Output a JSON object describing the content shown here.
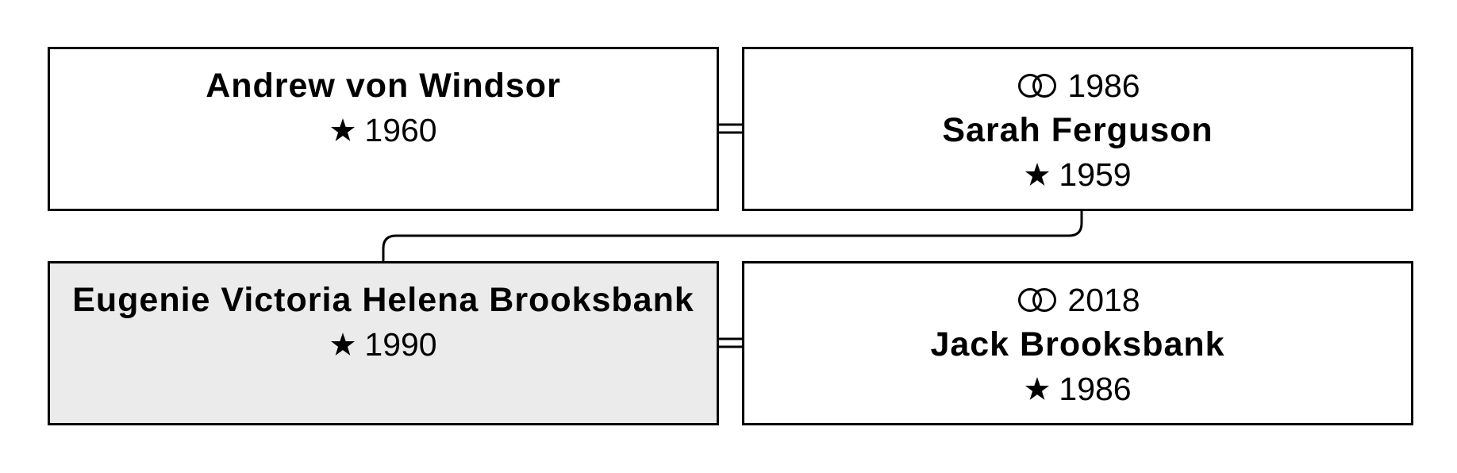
{
  "tree": {
    "father": {
      "name": "Andrew von Windsor",
      "birth_icon": "star-icon",
      "birth_year": "1960"
    },
    "mother": {
      "marriage_icon": "wedding-rings-icon",
      "marriage_year": "1986",
      "name": "Sarah Ferguson",
      "birth_icon": "star-icon",
      "birth_year": "1959"
    },
    "subject": {
      "name": "Eugenie Victoria Helena Brooksbank",
      "birth_icon": "star-icon",
      "birth_year": "1990",
      "highlight_color": "#ebebeb"
    },
    "spouse": {
      "marriage_icon": "wedding-rings-icon",
      "marriage_year": "2018",
      "name": "Jack Brooksbank",
      "birth_icon": "star-icon",
      "birth_year": "1986"
    }
  }
}
